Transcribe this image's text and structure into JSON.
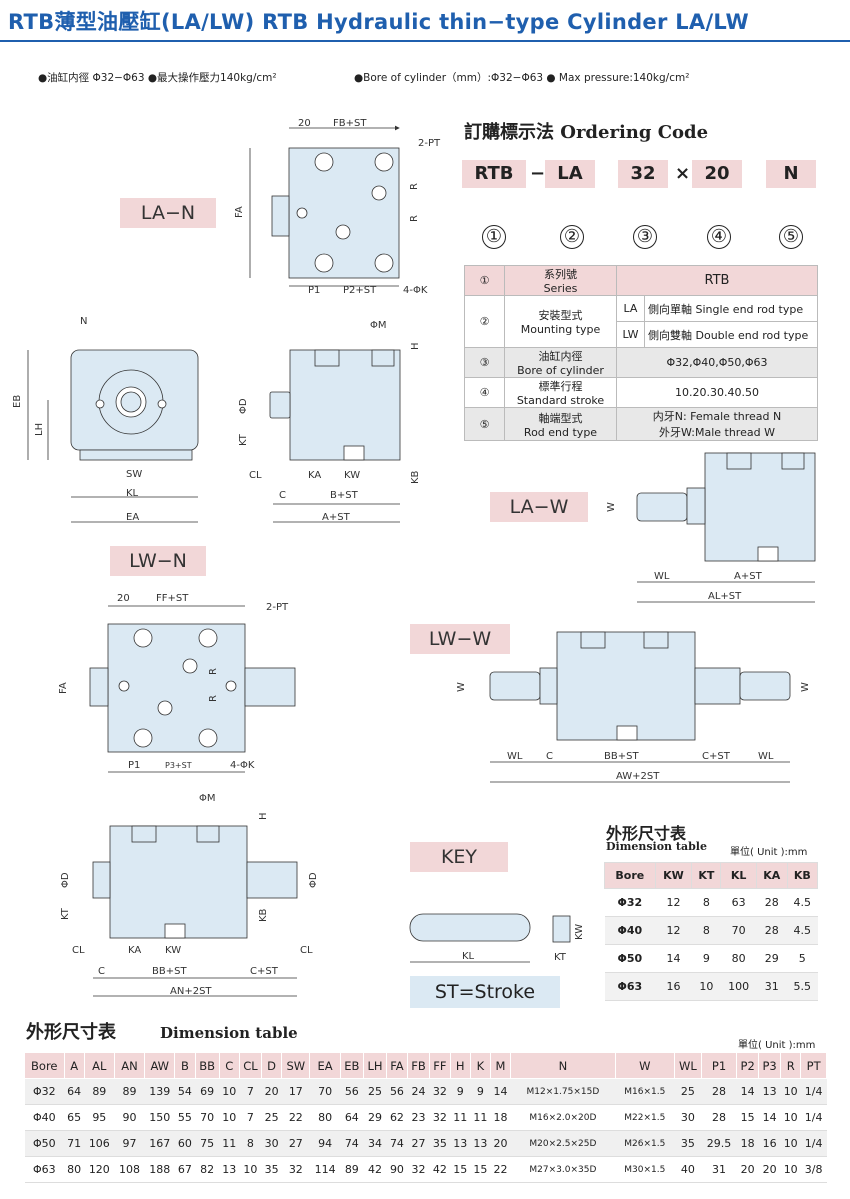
{
  "header": {
    "title": "RTB薄型油壓缸(LA/LW) RTB Hydraulic thin−type Cylinder LA/LW",
    "spec_cn": "●油缸内徑 Φ32−Φ63 ●最大操作壓力140kg/cm²",
    "spec_en": "●Bore of cylinder（mm）:Φ32−Φ63 ● Max pressure:140kg/cm²"
  },
  "labels": {
    "la_n": "LA−N",
    "la_w": "LA−W",
    "lw_n": "LW−N",
    "lw_w": "LW−W",
    "key": "KEY",
    "stroke": "ST=Stroke"
  },
  "ordering": {
    "title": "訂購標示法 Ordering Code",
    "codes": [
      "RTB",
      "LA",
      "32",
      "20",
      "N"
    ],
    "seps": [
      "−",
      "×"
    ],
    "nums": [
      "①",
      "②",
      "③",
      "④",
      "⑤"
    ],
    "rows": [
      {
        "num": "①",
        "cn": "系列號",
        "en": "Series",
        "val": "RTB"
      },
      {
        "num": "②",
        "cn": "安裝型式",
        "en": "Mounting type",
        "opts": [
          [
            "LA",
            "側向單軸 Single end rod type"
          ],
          [
            "LW",
            "側向雙軸 Double end rod type"
          ]
        ]
      },
      {
        "num": "③",
        "cn": "油缸内徑",
        "en": "Bore of cylinder",
        "val": "Φ32,Φ40,Φ50,Φ63"
      },
      {
        "num": "④",
        "cn": "標準行程",
        "en": "Standard stroke",
        "val": "10.20.30.40.50"
      },
      {
        "num": "⑤",
        "cn": "軸端型式",
        "en": "Rod end type",
        "val1": "内牙N:  Female thread N",
        "val2": "外牙W:Male thread W"
      }
    ]
  },
  "dims": {
    "la_n_top": [
      "20",
      "FB+ST",
      "2-PT",
      "FA",
      "R",
      "R",
      "P1",
      "P2+ST",
      "4-ΦK"
    ],
    "la_n_front": [
      "N",
      "EB",
      "LH",
      "SW",
      "KL",
      "EA"
    ],
    "la_n_side": [
      "ΦM",
      "H",
      "ΦD",
      "KT",
      "CL",
      "KA",
      "KW",
      "KB",
      "C",
      "B+ST",
      "A+ST"
    ],
    "la_w": [
      "W",
      "WL",
      "A+ST",
      "AL+ST"
    ],
    "lw_n_top": [
      "20",
      "FF+ST",
      "2-PT",
      "FA",
      "R",
      "R",
      "P1",
      "P3+ST",
      "4-ΦK"
    ],
    "lw_w": [
      "W",
      "W",
      "WL",
      "C",
      "BB+ST",
      "C+ST",
      "WL",
      "AW+2ST"
    ],
    "lw_n_side": [
      "ΦM",
      "H",
      "ΦD",
      "ΦD",
      "KT",
      "KB",
      "CL",
      "KA",
      "KW",
      "CL",
      "C",
      "BB+ST",
      "C+ST",
      "AN+2ST"
    ],
    "key": [
      "KW",
      "KL",
      "KT"
    ]
  },
  "small_table": {
    "title_cn": "外形尺寸表",
    "title_en": "Dimension table",
    "unit": "單位( Unit ):mm",
    "headers": [
      "Bore",
      "KW",
      "KT",
      "KL",
      "KA",
      "KB"
    ],
    "rows": [
      [
        "Φ32",
        "12",
        "8",
        "63",
        "28",
        "4.5"
      ],
      [
        "Φ40",
        "12",
        "8",
        "70",
        "28",
        "4.5"
      ],
      [
        "Φ50",
        "14",
        "9",
        "80",
        "29",
        "5"
      ],
      [
        "Φ63",
        "16",
        "10",
        "100",
        "31",
        "5.5"
      ]
    ]
  },
  "big_table": {
    "title_cn": "外形尺寸表",
    "title_en": "Dimension table",
    "unit": "單位( Unit ):mm",
    "headers": [
      "Bore",
      "A",
      "AL",
      "AN",
      "AW",
      "B",
      "BB",
      "C",
      "CL",
      "D",
      "SW",
      "EA",
      "EB",
      "LH",
      "FA",
      "FB",
      "FF",
      "H",
      "K",
      "M",
      "N",
      "W",
      "WL",
      "P1",
      "P2",
      "P3",
      "R",
      "PT"
    ],
    "rows": [
      [
        "Φ32",
        "64",
        "89",
        "89",
        "139",
        "54",
        "69",
        "10",
        "7",
        "20",
        "17",
        "70",
        "56",
        "25",
        "56",
        "24",
        "32",
        "9",
        "9",
        "14",
        "M12×1.75×15D",
        "M16×1.5",
        "25",
        "28",
        "14",
        "13",
        "10",
        "1/4"
      ],
      [
        "Φ40",
        "65",
        "95",
        "90",
        "150",
        "55",
        "70",
        "10",
        "7",
        "25",
        "22",
        "80",
        "64",
        "29",
        "62",
        "23",
        "32",
        "11",
        "11",
        "18",
        "M16×2.0×20D",
        "M22×1.5",
        "30",
        "28",
        "15",
        "14",
        "10",
        "1/4"
      ],
      [
        "Φ50",
        "71",
        "106",
        "97",
        "167",
        "60",
        "75",
        "11",
        "8",
        "30",
        "27",
        "94",
        "74",
        "34",
        "74",
        "27",
        "35",
        "13",
        "13",
        "20",
        "M20×2.5×25D",
        "M26×1.5",
        "35",
        "29.5",
        "18",
        "16",
        "10",
        "1/4"
      ],
      [
        "Φ63",
        "80",
        "120",
        "108",
        "188",
        "67",
        "82",
        "13",
        "10",
        "35",
        "32",
        "114",
        "89",
        "42",
        "90",
        "32",
        "42",
        "15",
        "15",
        "22",
        "M27×3.0×35D",
        "M30×1.5",
        "40",
        "31",
        "20",
        "20",
        "10",
        "3/8"
      ]
    ]
  }
}
